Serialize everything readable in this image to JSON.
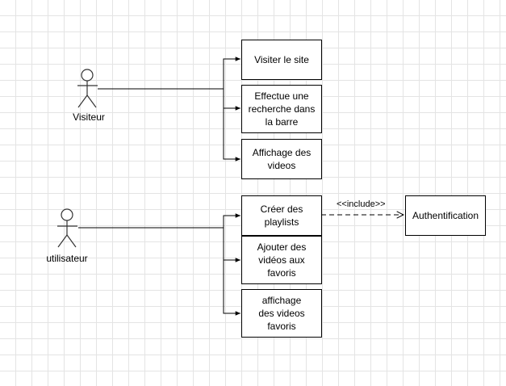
{
  "actors": {
    "visitor": "Visiteur",
    "user": "utilisateur"
  },
  "use_cases": {
    "visit_site": "Visiter le site",
    "search_bar": "Effectue une\nrecherche dans\nla barre",
    "display_videos": "Affichage des\nvideos",
    "create_playlists": "Créer des\nplaylists",
    "add_favorites": "Ajouter des\nvidéos aux\nfavoris",
    "display_favorites": "affichage\ndes videos\nfavoris",
    "authentication": "Authentification"
  },
  "relations": {
    "include": "<<include>>"
  }
}
